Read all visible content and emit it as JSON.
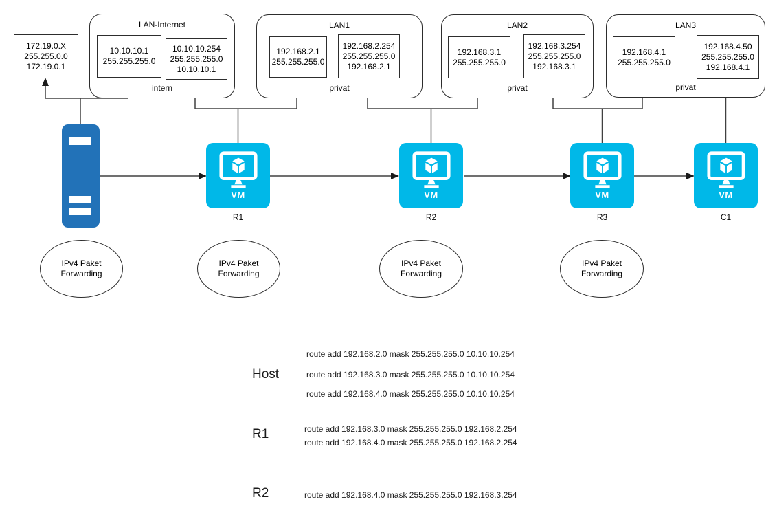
{
  "diagram": {
    "external_box": {
      "lines": [
        "172.19.0.X",
        "255.255.0.0",
        "172.19.0.1"
      ]
    },
    "lans": [
      {
        "title": "LAN-Internet",
        "zone": "intern",
        "box_a": {
          "lines": [
            "10.10.10.1",
            "255.255.255.0"
          ]
        },
        "box_b": {
          "lines": [
            "10.10.10.254",
            "255.255.255.0",
            "10.10.10.1"
          ]
        }
      },
      {
        "title": "LAN1",
        "zone": "privat",
        "box_a": {
          "lines": [
            "192.168.2.1",
            "255.255.255.0"
          ]
        },
        "box_b": {
          "lines": [
            "192.168.2.254",
            "255.255.255.0",
            "192.168.2.1"
          ]
        }
      },
      {
        "title": "LAN2",
        "zone": "privat",
        "box_a": {
          "lines": [
            "192.168.3.1",
            "255.255.255.0"
          ]
        },
        "box_b": {
          "lines": [
            "192.168.3.254",
            "255.255.255.0",
            "192.168.3.1"
          ]
        }
      },
      {
        "title": "LAN3",
        "zone": "privat",
        "box_a": {
          "lines": [
            "192.168.4.1",
            "255.255.255.0"
          ]
        },
        "box_b": {
          "lines": [
            "192.168.4.50",
            "255.255.255.0",
            "192.168.4.1"
          ]
        }
      }
    ],
    "vm_badge": "VM",
    "vms": [
      {
        "label": "R1"
      },
      {
        "label": "R2"
      },
      {
        "label": "R3"
      },
      {
        "label": "C1"
      }
    ],
    "ellipse_label": "IPv4 Paket Forwarding",
    "colors": {
      "vm_fill": "#00b8e8",
      "server_fill": "#2272b8",
      "line": "#404040",
      "arrow": "#1a1a1a",
      "border": "#2d2d2d"
    }
  },
  "routing": {
    "blocks": [
      {
        "label": "Host",
        "commands": [
          "route add 192.168.2.0 mask 255.255.255.0 10.10.10.254",
          "route add 192.168.3.0 mask 255.255.255.0 10.10.10.254",
          "route add 192.168.4.0 mask 255.255.255.0 10.10.10.254"
        ]
      },
      {
        "label": "R1",
        "commands": [
          "route add 192.168.3.0 mask 255.255.255.0 192.168.2.254",
          "route add 192.168.4.0 mask 255.255.255.0 192.168.2.254"
        ]
      },
      {
        "label": "R2",
        "commands": [
          "route add 192.168.4.0 mask 255.255.255.0 192.168.3.254"
        ]
      }
    ]
  }
}
